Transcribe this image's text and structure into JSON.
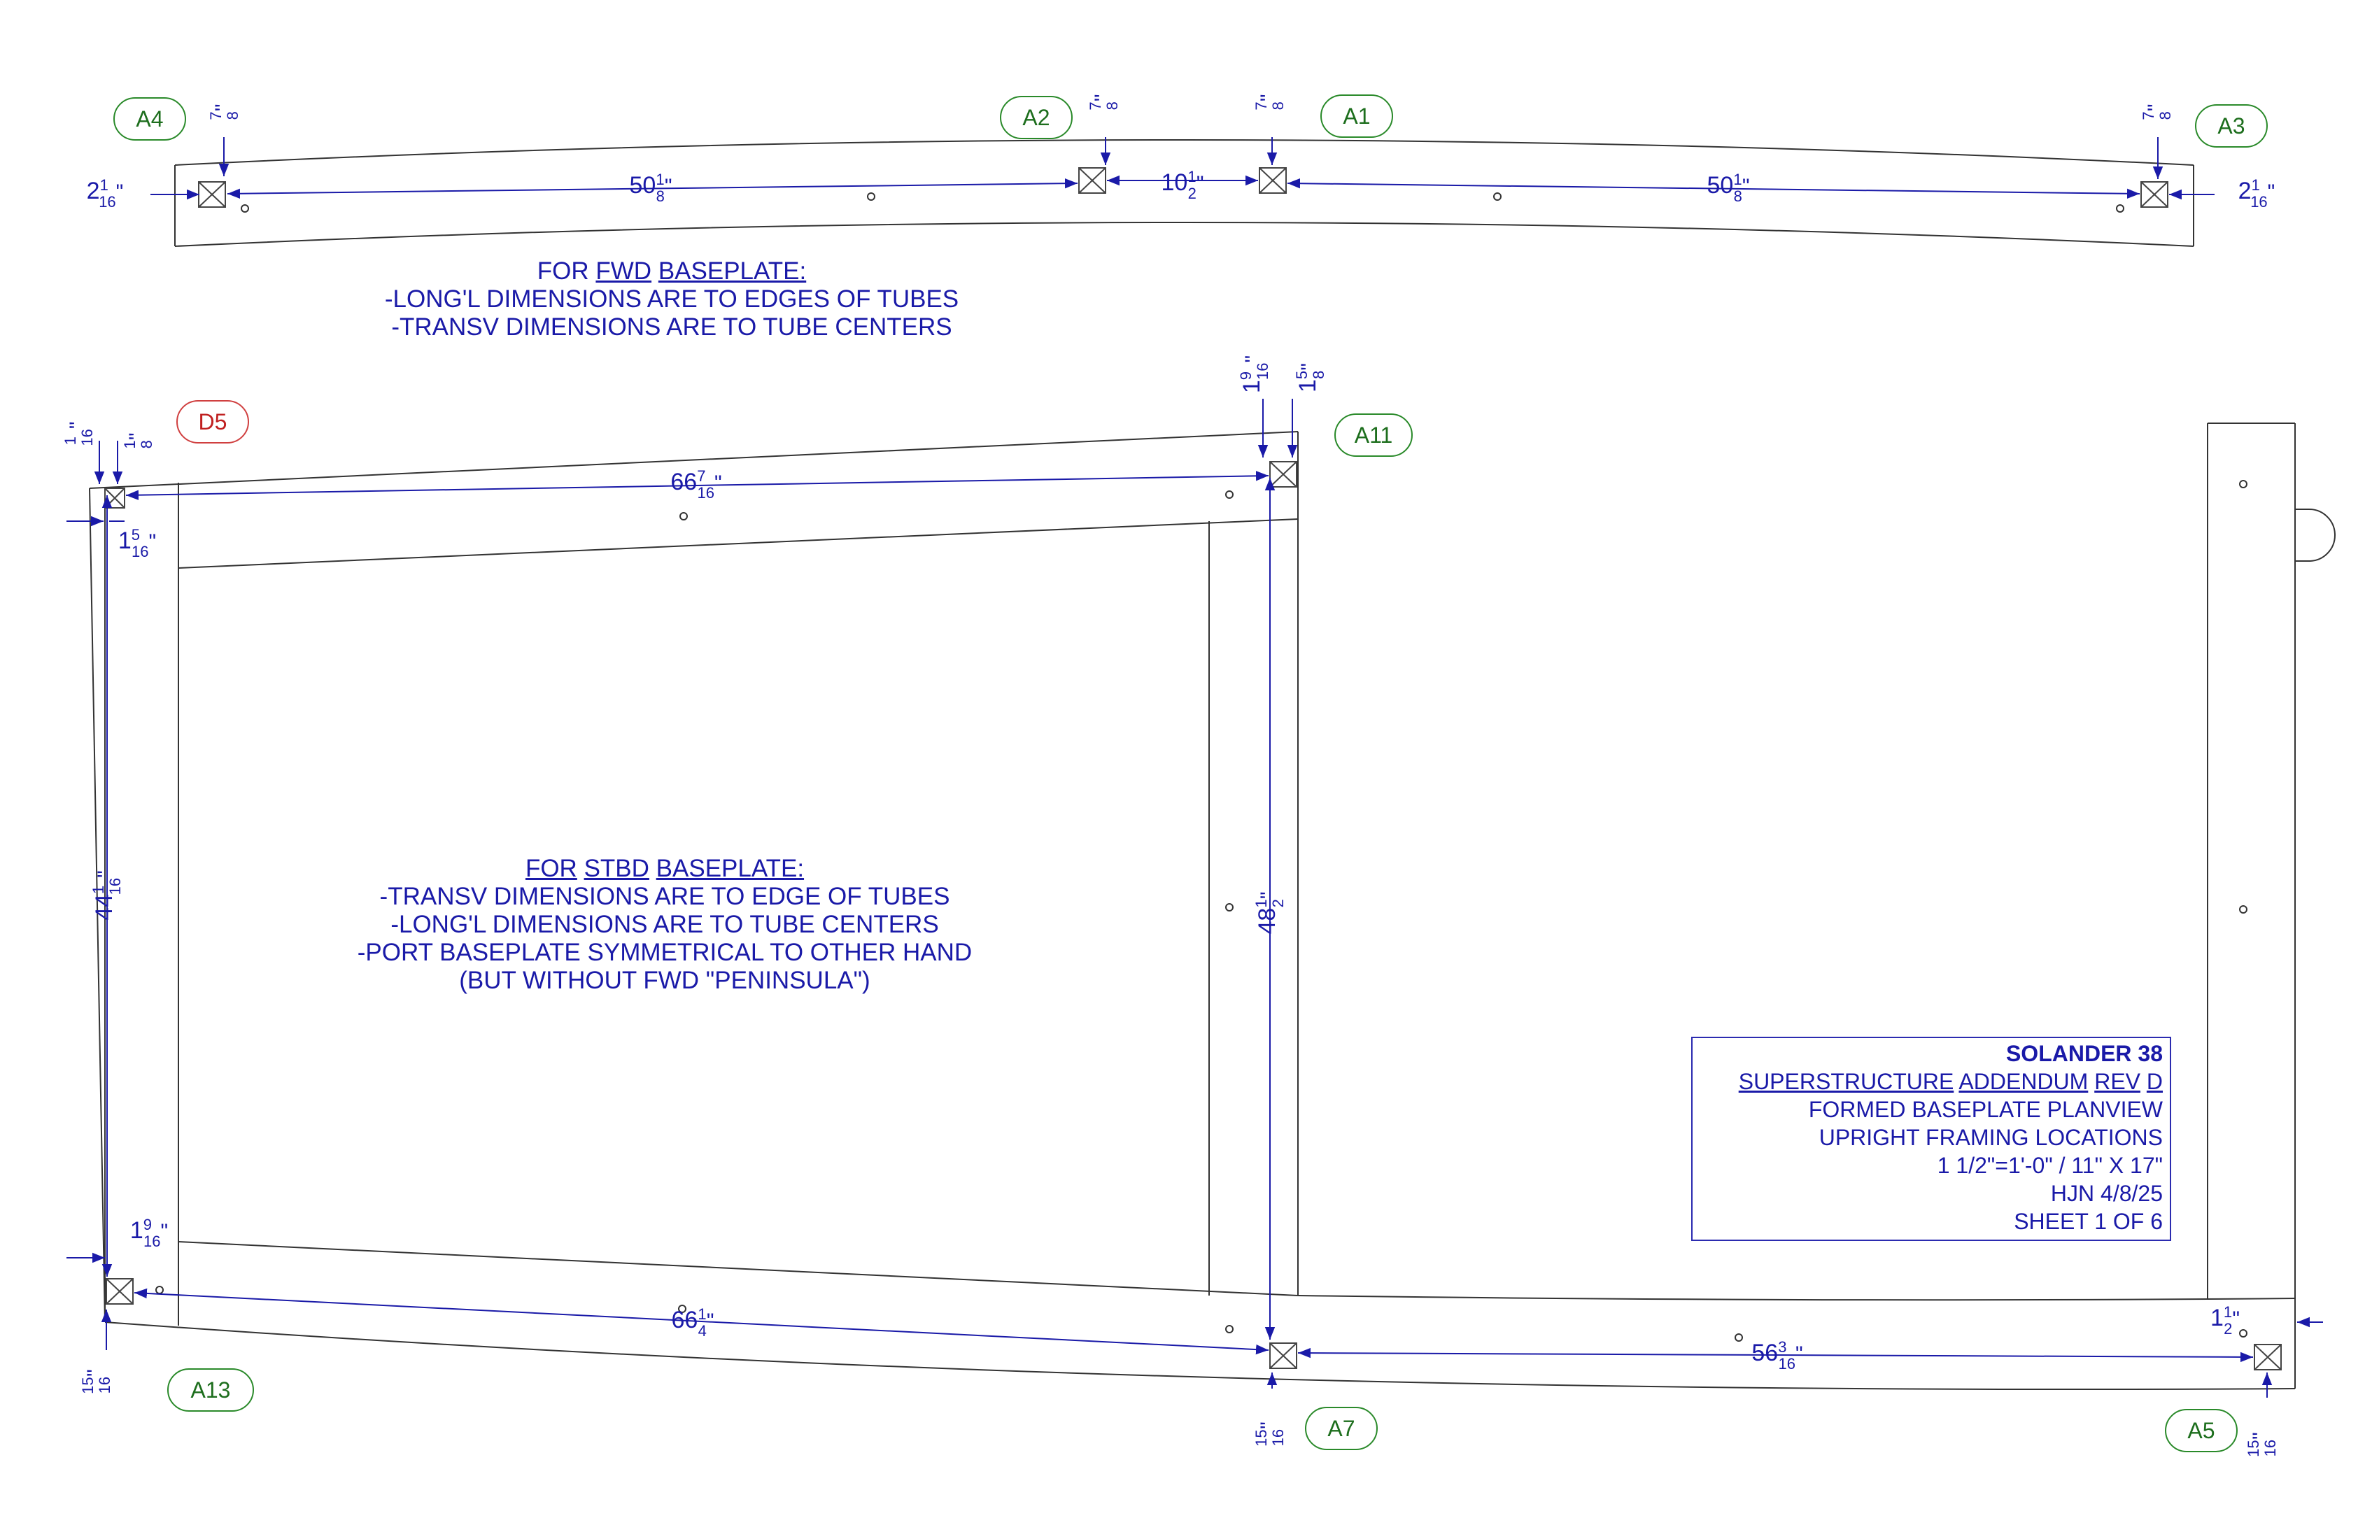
{
  "tags": {
    "A4": "A4",
    "A2": "A2",
    "A1": "A1",
    "A3": "A3",
    "D5": "D5",
    "A11": "A11",
    "A13": "A13",
    "A7": "A7",
    "A5": "A5"
  },
  "dims": {
    "fwd_left_edge": {
      "whole": "2",
      "num": "1",
      "den": "16",
      "unit": "\""
    },
    "fwd_span_1": {
      "whole": "50",
      "num": "1",
      "den": "8",
      "unit": "\""
    },
    "fwd_center": {
      "whole": "10",
      "num": "1",
      "den": "2",
      "unit": "\""
    },
    "fwd_span_2": {
      "whole": "50",
      "num": "1",
      "den": "8",
      "unit": "\""
    },
    "fwd_right_edge": {
      "whole": "2",
      "num": "1",
      "den": "16",
      "unit": "\""
    },
    "fwd_a4_transv": {
      "whole": "",
      "num": "7",
      "den": "8",
      "unit": "\""
    },
    "fwd_a2_transv": {
      "whole": "",
      "num": "7",
      "den": "8",
      "unit": "\""
    },
    "fwd_a1_transv": {
      "whole": "",
      "num": "7",
      "den": "8",
      "unit": "\""
    },
    "fwd_a3_transv": {
      "whole": "",
      "num": "7",
      "den": "8",
      "unit": "\""
    },
    "stbd_top_span": {
      "whole": "66",
      "num": "7",
      "den": "16",
      "unit": "\""
    },
    "stbd_d5_small_a": {
      "whole": "",
      "num": "1",
      "den": "16",
      "unit": "\""
    },
    "stbd_d5_small_b": {
      "whole": "",
      "num": "1",
      "den": "8",
      "unit": "\""
    },
    "stbd_d5_long": {
      "whole": "1",
      "num": "5",
      "den": "16",
      "unit": "\""
    },
    "stbd_a11_a": {
      "whole": "1",
      "num": "9",
      "den": "16",
      "unit": "\""
    },
    "stbd_a11_b": {
      "whole": "1",
      "num": "5",
      "den": "8",
      "unit": "\""
    },
    "stbd_left_vert": {
      "whole": "44",
      "num": "1",
      "den": "16",
      "unit": "\""
    },
    "stbd_mid_vert": {
      "whole": "48",
      "num": "1",
      "den": "2",
      "unit": "\""
    },
    "stbd_a13_long": {
      "whole": "1",
      "num": "9",
      "den": "16",
      "unit": "\""
    },
    "stbd_a13_transv": {
      "whole": "",
      "num": "15",
      "den": "16",
      "unit": "\""
    },
    "stbd_bot_span_1": {
      "whole": "66",
      "num": "1",
      "den": "4",
      "unit": "\""
    },
    "stbd_a7_transv": {
      "whole": "",
      "num": "15",
      "den": "16",
      "unit": "\""
    },
    "stbd_bot_span_2": {
      "whole": "56",
      "num": "3",
      "den": "16",
      "unit": "\""
    },
    "stbd_a5_long": {
      "whole": "1",
      "num": "1",
      "den": "2",
      "unit": "\""
    },
    "stbd_a5_transv": {
      "whole": "",
      "num": "15",
      "den": "16",
      "unit": "\""
    }
  },
  "fwd_note": {
    "line1_prefix": "FOR ",
    "line1_u1": "FWD",
    "line1_mid": " ",
    "line1_u2": "BASEPLATE:",
    "line2": "-LONG'L DIMENSIONS ARE TO EDGES OF TUBES",
    "line3": "-TRANSV DIMENSIONS ARE TO TUBE CENTERS"
  },
  "stbd_note": {
    "line1_u0": "FOR",
    "line1_sp1": " ",
    "line1_u1": "STBD",
    "line1_sp2": " ",
    "line1_u2": "BASEPLATE:",
    "line2": "-TRANSV DIMENSIONS ARE TO EDGE OF TUBES",
    "line3": "-LONG'L DIMENSIONS ARE TO TUBE CENTERS",
    "line4": "-PORT BASEPLATE SYMMETRICAL TO OTHER HAND",
    "line5": "(BUT WITHOUT FWD \"PENINSULA\")"
  },
  "title_block": {
    "project": "SOLANDER 38",
    "sub_u1": "SUPERSTRUCTURE",
    "sub_u2": "ADDENDUM",
    "sub_u3": "REV",
    "sub_u4": "D",
    "line3": "FORMED BASEPLATE PLANVIEW",
    "line4": "UPRIGHT FRAMING LOCATIONS",
    "line5": "1 1/2\"=1'-0\" / 11\" X 17\"",
    "line6": "HJN 4/8/25",
    "line7": "SHEET 1 OF 6"
  },
  "colors": {
    "dimension": "#1a1aa8",
    "outline": "#333333",
    "tag_ok": "#2a8a2a",
    "tag_ok_text": "#1d6e1d",
    "tag_warn": "#d04040",
    "tag_warn_text": "#c02020"
  }
}
